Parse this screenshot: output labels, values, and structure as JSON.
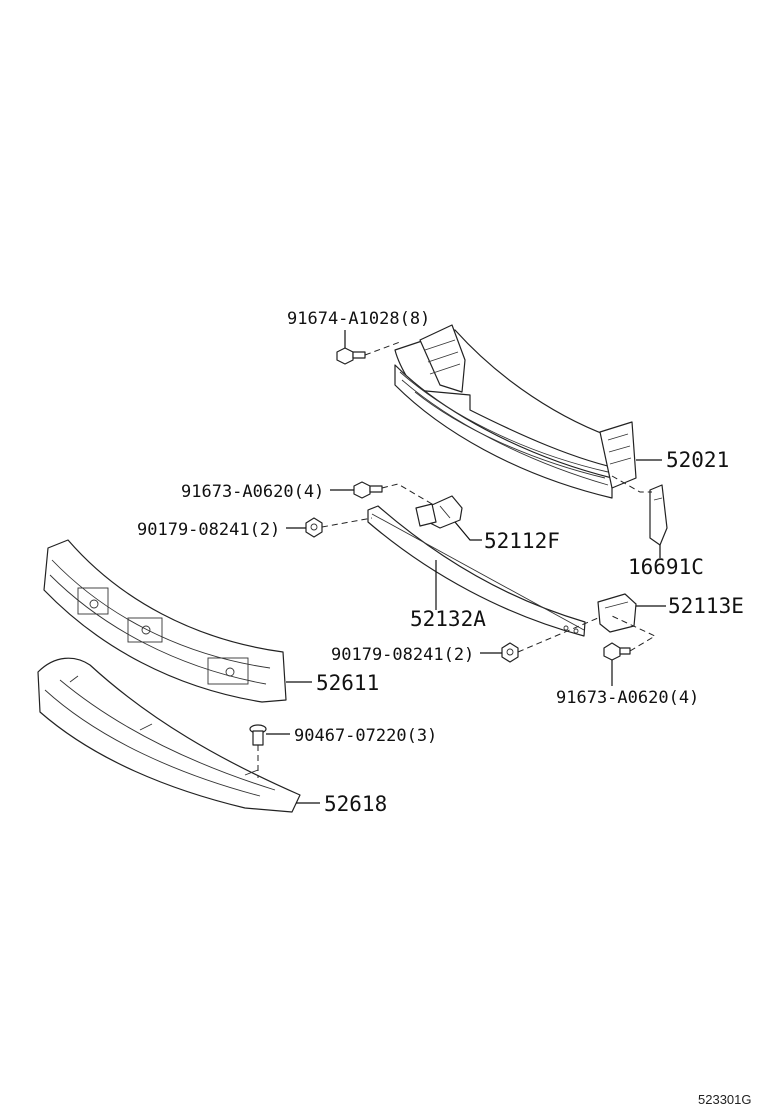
{
  "callouts": {
    "c52021": "52021",
    "c91674": "91674-A1028(8)",
    "c91673_upper": "91673-A0620(4)",
    "c90179_upper": "90179-08241(2)",
    "c52112f": "52112F",
    "c16691c": "16691C",
    "c52132a": "52132A",
    "c52113e": "52113E",
    "c90179_lower": "90179-08241(2)",
    "c91673_lower": "91673-A0620(4)",
    "c52611": "52611",
    "c90467": "90467-07220(3)",
    "c52618": "52618"
  },
  "footer": {
    "diagram_code": "523301G"
  }
}
